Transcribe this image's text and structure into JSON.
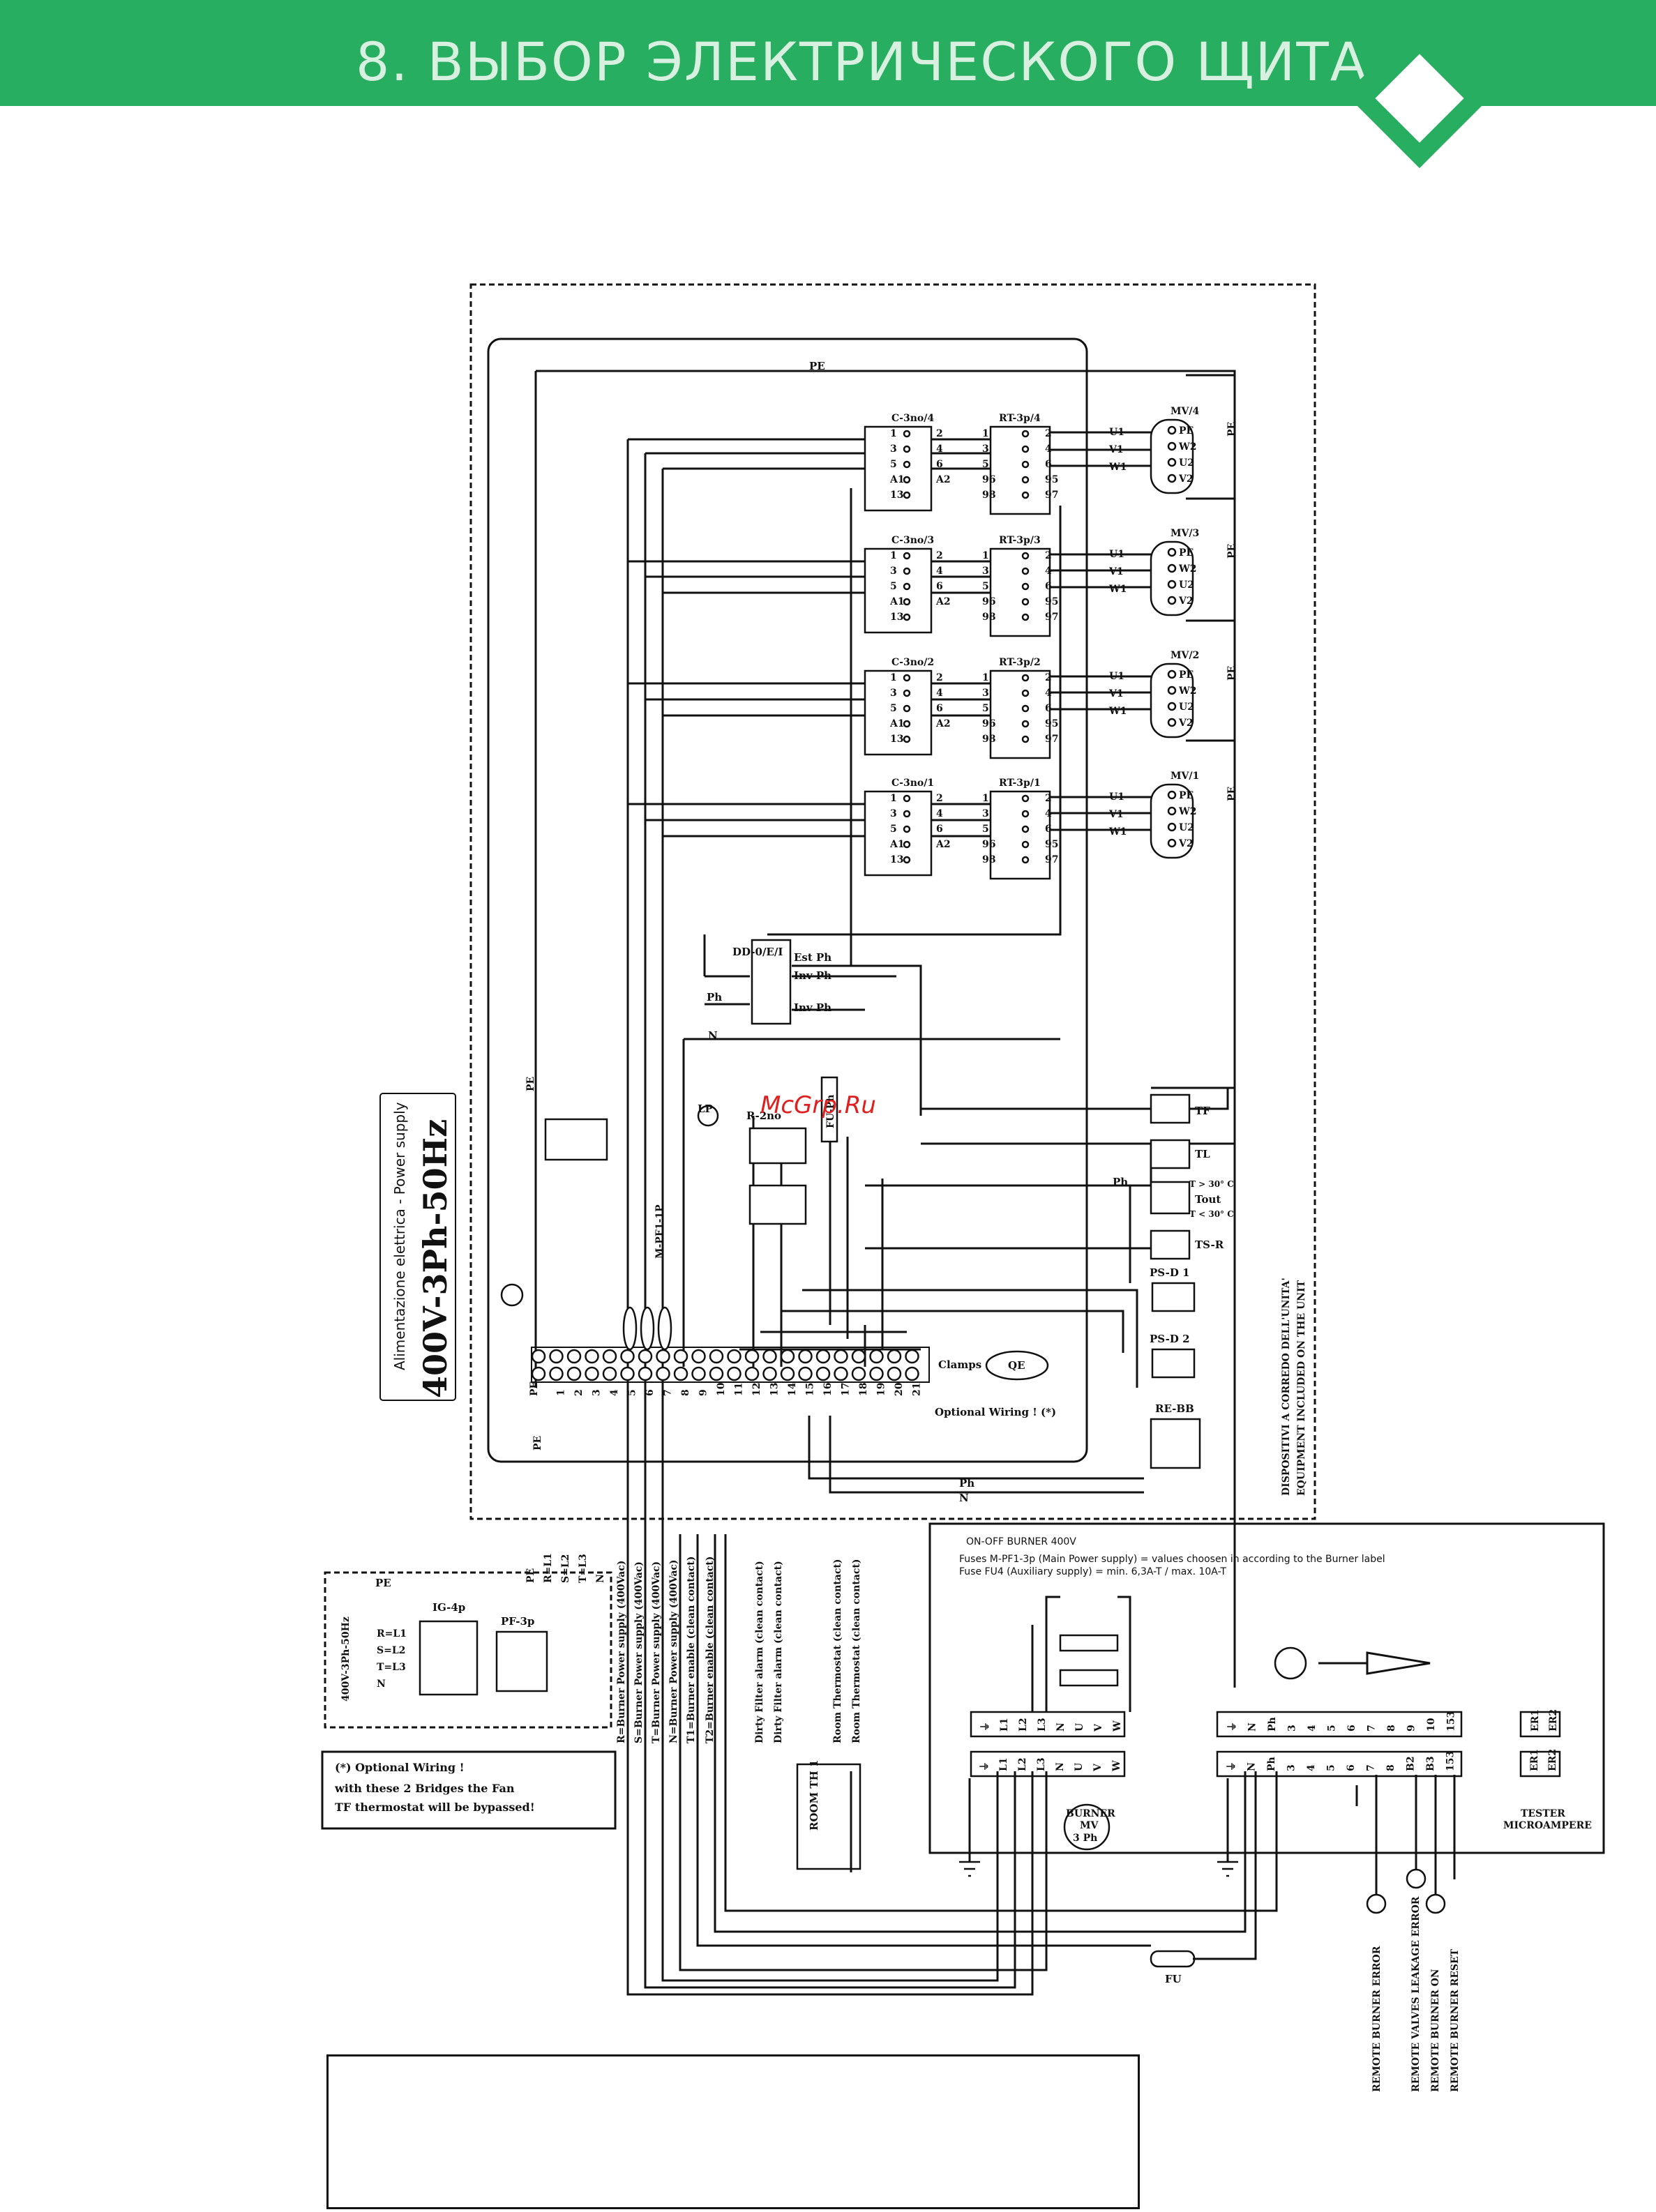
{
  "header": {
    "title": "8. ВЫБОР ЭЛЕКТРИЧЕСКОГО ЩИТА"
  },
  "watermark": "McGrp.Ru",
  "supply": {
    "italian": "Alimentazione elettrica - Power supply",
    "spec": "400V-3Ph-50Hz"
  },
  "boards": [
    {
      "c": "C-3no/4",
      "rt": "RT-3p/4",
      "mv": "MV/4"
    },
    {
      "c": "C-3no/3",
      "rt": "RT-3p/3",
      "mv": "MV/3"
    },
    {
      "c": "C-3no/2",
      "rt": "RT-3p/2",
      "mv": "MV/2"
    },
    {
      "c": "C-3no/1",
      "rt": "RT-3p/1",
      "mv": "MV/1"
    }
  ],
  "contactor_pins": {
    "left": [
      "1",
      "3",
      "5",
      "A1",
      "13"
    ],
    "right": [
      "2",
      "4",
      "6",
      "A2"
    ]
  },
  "relay_pins": {
    "left": [
      "1",
      "3",
      "5",
      "96",
      "98"
    ],
    "right": [
      "2",
      "4",
      "6",
      "95",
      "97"
    ]
  },
  "motor_pins": {
    "left": [
      "U1",
      "V1",
      "W1"
    ],
    "right": [
      "PE",
      "W2",
      "U2",
      "V2"
    ]
  },
  "labels": {
    "pe": "PE",
    "n": "N",
    "ph": "Ph",
    "dd": "DD-0/E/I",
    "est_ph": "Est Ph",
    "inv_ph1": "Inv Ph",
    "inv_ph2": "Inv Ph",
    "lp": "LP",
    "r": "R-2no",
    "fu_ph": "FU-Ph",
    "mpf": "M-PF1-1P",
    "tf": "TF",
    "tl": "TL",
    "tout": "Tout",
    "t_hi": "T > 30° C",
    "t_lo": "T < 30° C",
    "ts": "TS-R",
    "ps1": "PS-D 1",
    "ps2": "PS-D 2",
    "clamps": "Clamps",
    "qe": "QE",
    "optional": "Optional Wiring ! (*)",
    "rebb": "RE-BB",
    "fu": "FU"
  },
  "terminal_numbers": [
    "1",
    "2",
    "3",
    "4",
    "5",
    "6",
    "7",
    "8",
    "9",
    "10",
    "11",
    "12",
    "13",
    "14",
    "15",
    "16",
    "17",
    "18",
    "19",
    "20",
    "21"
  ],
  "side_note": [
    "DISPOSITIVI A CORREDO DELL'UNITA'",
    "EQUIPMENT INCLUDED ON THE UNIT"
  ],
  "mains": {
    "spec": "400V-3Ph-50Hz",
    "switch": "IG-4p",
    "fuses": "PF-3p",
    "lines": [
      "R=L1",
      "S=L2",
      "T=L3",
      "N"
    ],
    "pe": "PE"
  },
  "wire_labels": [
    "PE",
    "R=L1",
    "S=L2",
    "T=L3",
    "N"
  ],
  "function_labels": [
    "R=Burner Power supply (400Vac)",
    "S=Burner Power supply (400Vac)",
    "T=Burner Power supply (400Vac)",
    "N=Burner Power supply (400Vac)",
    "T1=Burner enable (clean contact)",
    "T2=Burner enable (clean contact)",
    "Dirty Filter alarm (clean contact)",
    "Dirty Filter alarm (clean contact)",
    "Room Thermostat (clean contact)",
    "Room Thermostat (clean contact)"
  ],
  "room_th": "ROOM TH 1",
  "note_box": [
    "(*) Optional Wiring !",
    "with these 2 Bridges the Fan",
    "TF thermostat will be bypassed!"
  ],
  "burner": {
    "title": "ON-OFF BURNER 400V",
    "fuses1": "Fuses M-PF1-3p (Main Power supply) = values choosen in according to the Burner label",
    "fuses2": "Fuse FU4 (Auxiliary supply) = min. 6,3A-T / max. 10A-T",
    "power_terms": [
      "⏚",
      "L1",
      "L2",
      "L3",
      "N",
      "U",
      "V",
      "W"
    ],
    "aux_terms": [
      "⏚",
      "N",
      "Ph",
      "3",
      "4",
      "5",
      "6",
      "7",
      "8",
      "9",
      "10",
      "153"
    ],
    "aux_terms_bottom": [
      "⏚",
      "N",
      "Ph",
      "3",
      "4",
      "5",
      "6",
      "7",
      "8",
      "B2",
      "B3",
      "153"
    ],
    "motor": [
      "BURNER",
      "MV",
      "3 Ph"
    ],
    "tester_terms": [
      "ER1",
      "ER2"
    ],
    "tester": [
      "TESTER",
      "MICROAMPERE"
    ]
  },
  "remote_labels": [
    "REMOTE BURNER ERROR",
    "REMOTE VALVES LEAKAGE ERROR",
    "REMOTE BURNER ON",
    "REMOTE BURNER RESET"
  ]
}
